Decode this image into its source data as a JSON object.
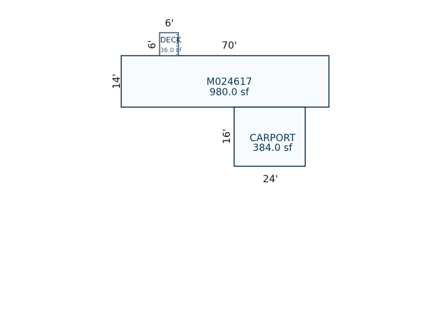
{
  "main_area": {
    "id_label": "M024617",
    "area_label": "980.0 sf",
    "width_label": "70'",
    "depth_label": "14'"
  },
  "deck": {
    "name": "DECK",
    "area_label": "36.0 sf",
    "width_label": "6'",
    "depth_label": "6'"
  },
  "carport": {
    "name": "CARPORT",
    "area_label": "384.0 sf",
    "width_label": "24'",
    "depth_label": "16'"
  },
  "colors": {
    "line": "#0d3350",
    "fill": "#f7fbfd"
  }
}
